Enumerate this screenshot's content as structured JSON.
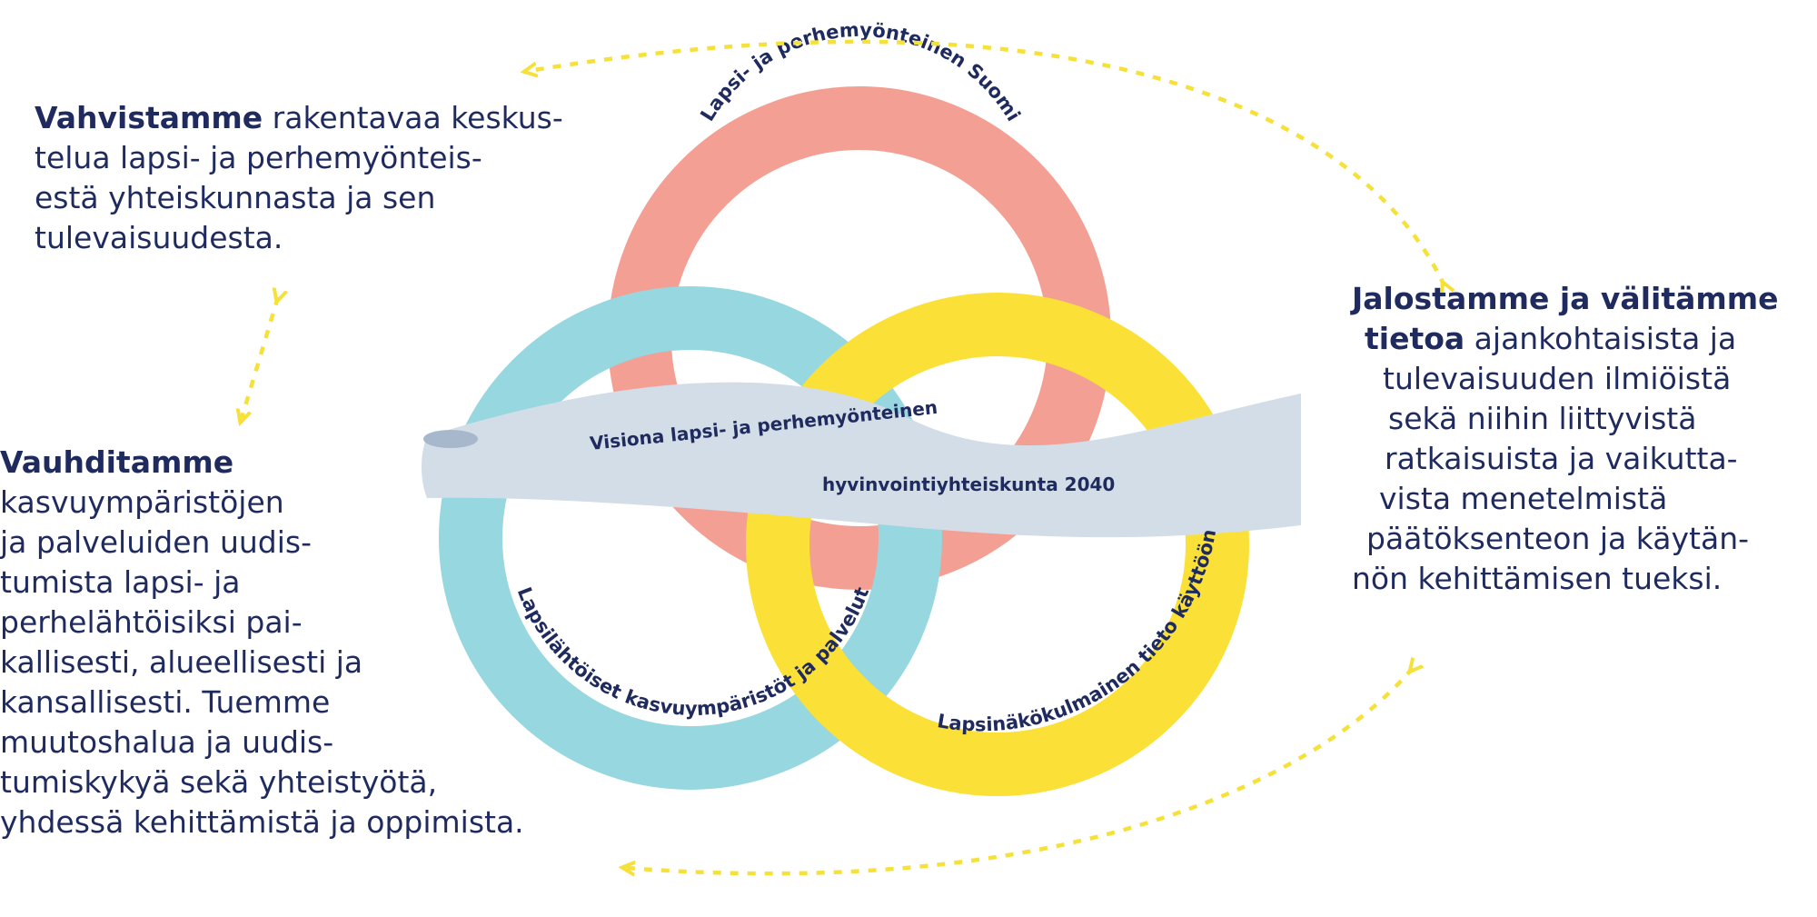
{
  "circles": {
    "top_label": "Lapsi- ja perhemyönteinen Suomi",
    "left_label": "Lapsilähtöiset kasvuympäristöt ja palvelut",
    "right_label": "Lapsinäkökulmainen tieto käyttöön"
  },
  "ribbon": {
    "line1": "Visiona lapsi- ja perhemyönteinen",
    "line2": "hyvinvointiyhteiskunta 2040"
  },
  "left_top": {
    "bold": "Vahvistamme",
    "rest": " rakentavaa keskus-",
    "lines": [
      "telua lapsi- ja perhemyönteis-",
      "estä yhteiskunnasta ja sen",
      "tulevaisuudesta."
    ]
  },
  "left_bottom": {
    "bold": "Vauhditamme",
    "lines": [
      "kasvuympäristöjen",
      "ja palveluiden uudis-",
      "tumista lapsi- ja",
      "perhelähtöisiksi pai-",
      "kallisesti, alueellisesti ja",
      "kansallisesti. Tuemme",
      "muutoshalua ja uudis-",
      "tumiskykyä sekä yhteistyötä,",
      "yhdessä kehittämistä ja oppimista."
    ]
  },
  "right": {
    "bold1": "Jalostamme ja välitämme",
    "bold2": "tietoa",
    "rest2": " ajankohtaisista ja",
    "lines": [
      "tulevaisuuden ilmiöistä",
      "sekä niihin liittyvistä",
      "ratkaisuista ja vaikutta-",
      "vista menetelmistä",
      "päätöksenteon ja käytän-",
      "nön kehittämisen tueksi."
    ]
  },
  "colors": {
    "text": "#1f2b5e",
    "ring_top": "#f49f94",
    "ring_left": "#96d7e0",
    "ring_right": "#fbe137",
    "ribbon": "#d3dde7",
    "arrows": "#f6e13a"
  }
}
